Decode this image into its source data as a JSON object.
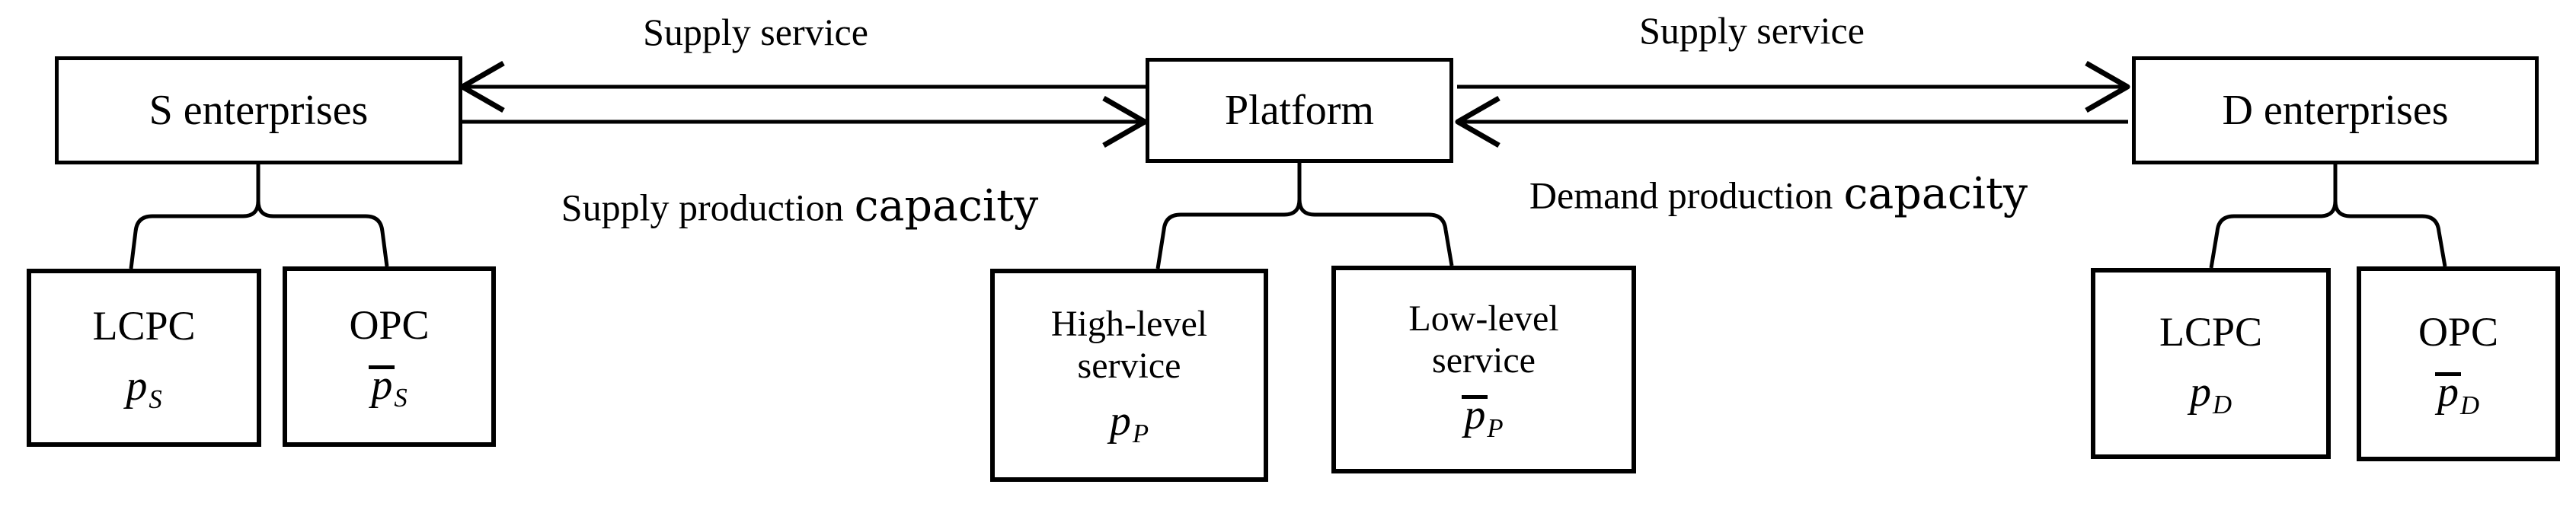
{
  "figure": {
    "background": "#ffffff",
    "stroke_color": "#000000"
  },
  "labels": {
    "supply_service_left": "Supply service",
    "supply_service_right": "Supply service",
    "supply_production": {
      "prefix": "Supply production",
      "suffix": "capacity"
    },
    "demand_production": {
      "prefix": "Demand production",
      "suffix": "capacity"
    }
  },
  "nodes": {
    "s_enterprises": {
      "label": "S enterprises"
    },
    "platform": {
      "label": "Platform"
    },
    "d_enterprises": {
      "label": "D enterprises"
    },
    "s_lcpc": {
      "label": "LCPC",
      "var_base": "p",
      "var_sub": "S",
      "var_bar": false
    },
    "s_opc": {
      "label": "OPC",
      "var_base": "p",
      "var_sub": "S",
      "var_bar": true
    },
    "p_high": {
      "label_line1": "High-level",
      "label_line2": "service",
      "var_base": "p",
      "var_sub": "P",
      "var_bar": false
    },
    "p_low": {
      "label_line1": "Low-level",
      "label_line2": "service",
      "var_base": "p",
      "var_sub": "P",
      "var_bar": true
    },
    "d_lcpc": {
      "label": "LCPC",
      "var_base": "p",
      "var_sub": "D",
      "var_bar": false
    },
    "d_opc": {
      "label": "OPC",
      "var_base": "p",
      "var_sub": "D",
      "var_bar": true
    }
  },
  "edges": [
    {
      "from": "Platform",
      "to": "S enterprises",
      "label": "Supply service"
    },
    {
      "from": "S enterprises",
      "to": "Platform",
      "label": "Supply production capacity"
    },
    {
      "from": "Platform",
      "to": "D enterprises",
      "label": "Supply service"
    },
    {
      "from": "D enterprises",
      "to": "Platform",
      "label": "Demand production capacity"
    }
  ]
}
